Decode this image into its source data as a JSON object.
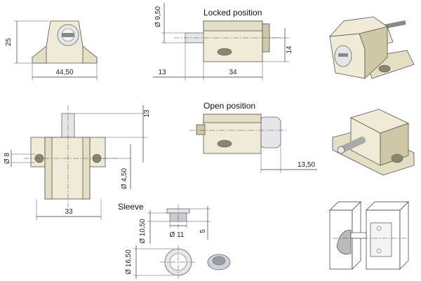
{
  "captions": {
    "locked": "Locked position",
    "open": "Open position",
    "sleeve": "Sleeve"
  },
  "dims": {
    "front_height": "25",
    "front_width": "44,50",
    "pin_dia": "Ø 9,50",
    "locked_offset": "13",
    "locked_length": "34",
    "locked_height": "14",
    "top_height": "13",
    "left_hole": "Ø 8",
    "right_hole": "Ø 4,50",
    "top_width": "33",
    "open_travel": "13,50",
    "sleeve_inner": "Ø 11",
    "sleeve_height": "5",
    "sleeve_small_outer": "Ø 10,50",
    "sleeve_large_outer": "Ø 16,50"
  },
  "colors": {
    "part": "#efebd6",
    "metal": "#e6e6ea",
    "line": "#333333"
  }
}
